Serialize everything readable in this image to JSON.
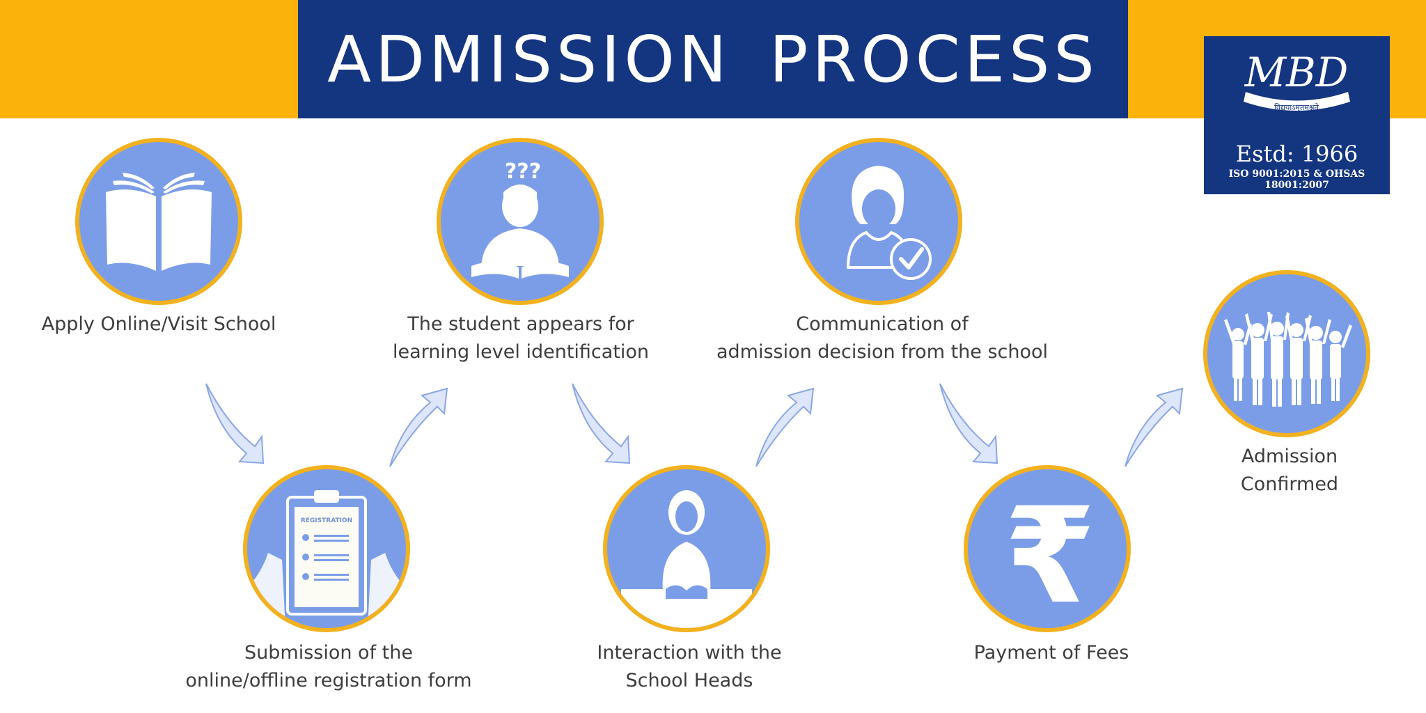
{
  "header": {
    "title": "ADMISSION  PROCESS"
  },
  "logo": {
    "monogram": "MBD",
    "motto": "विद्ययाऽमृतमश्नुते",
    "estd": "Estd: 1966",
    "iso": "ISO 9001:2015 & OHSAS 18001:2007"
  },
  "steps": [
    {
      "icon": "open-book-icon",
      "line1": "Apply Online/Visit School",
      "line2": ""
    },
    {
      "icon": "registration-clipboard-icon",
      "line1": "Submission of the",
      "line2": "online/offline registration form",
      "clipboard_text": "REGISTRATION"
    },
    {
      "icon": "student-reading-icon",
      "line1": "The student appears for",
      "line2": "learning level identification",
      "question_marks": "???"
    },
    {
      "icon": "school-head-icon",
      "line1": "Interaction with the",
      "line2": "School Heads"
    },
    {
      "icon": "person-checkmark-icon",
      "line1": "Communication of",
      "line2": "admission decision from the school"
    },
    {
      "icon": "rupee-icon",
      "line1": "Payment of Fees",
      "line2": "",
      "symbol": "₹"
    },
    {
      "icon": "children-celebrating-icon",
      "line1": "Admission",
      "line2": "Confirmed"
    }
  ],
  "colors": {
    "navy": "#143580",
    "yellow": "#fbb20a",
    "circle_fill": "#7b9de8",
    "circle_border": "#f2b11e",
    "arrow_fill": "#dde6fb",
    "arrow_stroke": "#8aa6e6",
    "text": "#3d3d3d"
  }
}
